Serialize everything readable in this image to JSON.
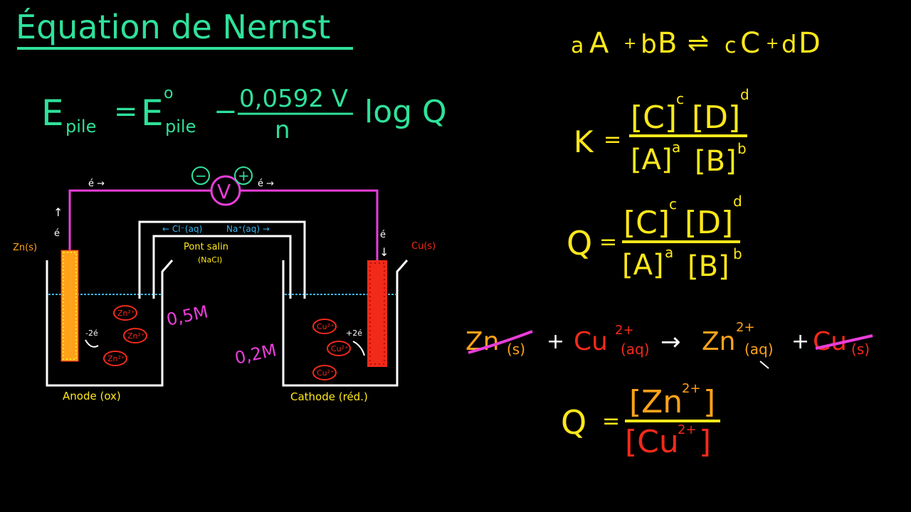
{
  "title": "Équation de Nernst",
  "colors": {
    "green": "#2FE19A",
    "yellow": "#FFE81A",
    "orange": "#FFA21A",
    "red": "#F22A1A",
    "magenta": "#E93ED9",
    "white": "#FFFFFF",
    "water": "#38B6F0"
  },
  "nernst": {
    "e": "E",
    "pile": "pile",
    "eq": "=",
    "e0_sup": "o",
    "minus": "−",
    "numer": "0,0592 V",
    "denom": "n",
    "log": "log Q"
  },
  "reaction": {
    "a": "a",
    "A": "A",
    "plus1": "+",
    "b": "b",
    "B": "B",
    "arrows": "⇌",
    "c": "c",
    "C": "C",
    "plus2": "+",
    "d": "d",
    "D": "D"
  },
  "K_expr": {
    "lhs": "K",
    "eq": "=",
    "num_C": "[C]",
    "num_c": "c",
    "num_D": "[D]",
    "num_d": "d",
    "den_A": "[A]",
    "den_a": "a",
    "den_B": "[B]",
    "den_b": "b"
  },
  "Q_expr": {
    "lhs": "Q",
    "eq": "=",
    "num_C": "[C]",
    "num_c": "c",
    "num_D": "[D]",
    "num_d": "d",
    "den_A": "[A]",
    "den_a": "a",
    "den_B": "[B]",
    "den_b": "b"
  },
  "cell_reaction": {
    "zn": "Zn",
    "zn_state": "(s)",
    "plus1": "+",
    "cu_ion": "Cu",
    "cu_charge": "2+",
    "cu_state": "(aq)",
    "arrow": "→",
    "zn_ion": "Zn",
    "zn_charge": "2+",
    "zn_ion_state": "(aq)",
    "plus2": "+",
    "cu": "Cu",
    "cu_state2": "(s)"
  },
  "Q_cell": {
    "lhs": "Q",
    "eq": "=",
    "num": "[Zn",
    "num_charge": "2+",
    "num_close": "]",
    "den": "[Cu",
    "den_charge": "2+",
    "den_close": "]"
  },
  "diagram": {
    "voltmeter": "V",
    "minus_terminal": "−",
    "plus_terminal": "+",
    "electron_left": "é →",
    "electron_right": "é →",
    "electron_up_arrow": "↑",
    "electron_up": "é",
    "electron_down": "é",
    "electron_down_arrow": "↓",
    "zn_electrode": "Zn(s)",
    "cu_electrode": "Cu(s)",
    "bridge_cl": "← Cl⁻(aq)",
    "bridge_na": "Na⁺(aq) →",
    "bridge_label": "Pont salin",
    "bridge_formula": "(NaCl)",
    "anode_loss": "-2é",
    "cathode_gain": "+2é",
    "zn_ion": "Zn²⁺",
    "cu_ion": "Cu²⁺",
    "conc_left": "0,5M",
    "conc_right": "0,2M",
    "anode_label": "Anode (ox)",
    "cathode_label": "Cathode (réd.)"
  }
}
